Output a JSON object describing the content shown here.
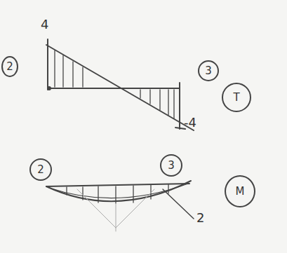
{
  "diagram": {
    "nodes": [
      {
        "text": [
          "2"
        ]
      },
      {
        "text": [
          "3"
        ]
      },
      {
        "text": [
          "T"
        ]
      },
      {
        "text": [
          "2"
        ]
      },
      {
        "text": [
          "3"
        ]
      },
      {
        "text": [
          "M"
        ]
      }
    ],
    "labels": [
      "4",
      "-4",
      "2"
    ]
  }
}
